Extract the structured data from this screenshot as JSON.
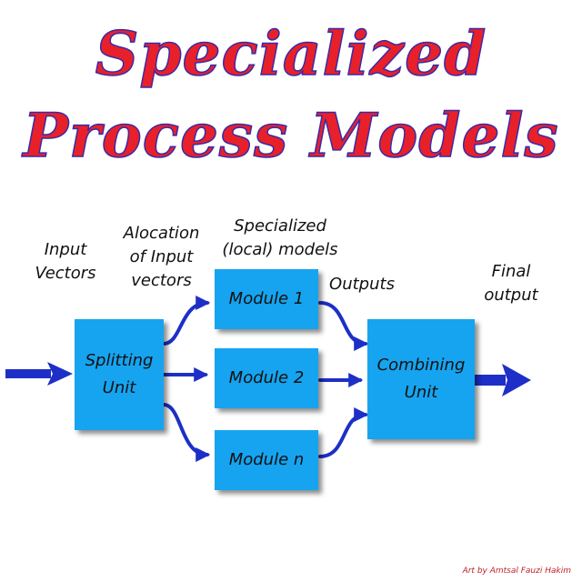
{
  "title": {
    "line1": "Specialized",
    "line2": "Process Models"
  },
  "labels": {
    "input_vectors": [
      "Input",
      "Vectors"
    ],
    "allocation": [
      "Alocation",
      "of Input",
      "vectors"
    ],
    "specialized": [
      "Specialized",
      "(local) models"
    ],
    "outputs": "Outputs",
    "final_output": [
      "Final",
      "output"
    ]
  },
  "boxes": {
    "splitting": [
      "Splitting",
      "Unit"
    ],
    "module1": "Module 1",
    "module2": "Module 2",
    "modulen": "Module n",
    "combining": [
      "Combining",
      "Unit"
    ]
  },
  "credit": "Art by Amtsal Fauzi Hakim",
  "colors": {
    "title_fill": "#e8202a",
    "title_outline": "#3a2aa8",
    "box_fill": "#16a4f0",
    "arrow": "#1d2fc7"
  }
}
